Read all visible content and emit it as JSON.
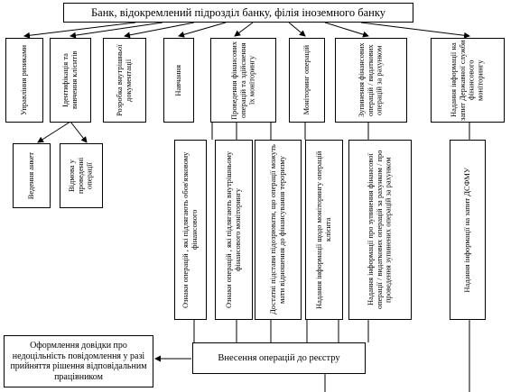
{
  "top": "Банк, відокремлений підрозділ банку, філія іноземного банку",
  "level1": [
    "Управління ризиками",
    "Ідентифікація та вивчення клієнтів",
    "Розробка внутрішньої документації",
    "Навчання",
    "Проведення фінансових операцій та здійснення їх моніторингу",
    "Моніторинг операцій",
    "Зупинення фінансових операцій / видаткових операцій за рахунком",
    "Надання інформації на запит Державної служби фінансового моніторингу"
  ],
  "level2_ident": [
    "Ведення анкет",
    "Відмова у проведенні операції"
  ],
  "level2_ops": [
    "Ознаки операцій , які підлягають обов'язковому фінансового",
    "Ознаки операцій , які підлягають внутрішньому фінансового моніторингу",
    "Достатні підстави підозрювати, що операції можуть мати відношення до фінансування тероризму",
    "Надання інформації щодо моніторингу операцій клієнта",
    "Надання інформації про зупинення фінансової операції / видаткових операцій за рахунком / про проведення зупинених операцій за рахунком",
    "Надання інформації на запит ДСФМУ"
  ],
  "registry": "Внесення операцій до реєстру",
  "certificate": "Оформлення довідки про недоцільність повідомлення у разі прийняття рішення відповідальним працівником"
}
